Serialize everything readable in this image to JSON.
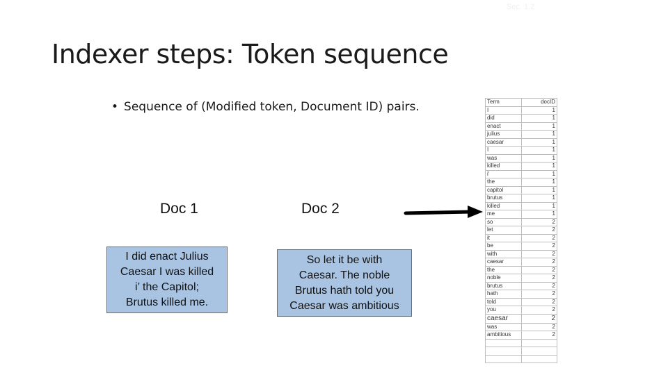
{
  "slide": {
    "number": "Sec. 1.2",
    "title": "Indexer steps: Token sequence",
    "bullet": "Sequence of (Modified token, Document ID) pairs."
  },
  "docs": {
    "doc1": {
      "label": "Doc 1",
      "text": "I did enact Julius\nCaesar I was killed\ni’ the Capitol;\nBrutus killed me."
    },
    "doc2": {
      "label": "Doc 2",
      "text": "So let it be with\nCaesar. The noble\nBrutus hath told you\nCaesar was ambitious"
    }
  },
  "arrow_icon": "right-arrow-icon",
  "table": {
    "headers": [
      "Term",
      "docID"
    ],
    "rows": [
      [
        "I",
        "1"
      ],
      [
        "did",
        "1"
      ],
      [
        "enact",
        "1"
      ],
      [
        "julius",
        "1"
      ],
      [
        "caesar",
        "1"
      ],
      [
        "I",
        "1"
      ],
      [
        "was",
        "1"
      ],
      [
        "killed",
        "1"
      ],
      [
        "i'",
        "1"
      ],
      [
        "the",
        "1"
      ],
      [
        "capitol",
        "1"
      ],
      [
        "brutus",
        "1"
      ],
      [
        "killed",
        "1"
      ],
      [
        "me",
        "1"
      ],
      [
        "so",
        "2"
      ],
      [
        "let",
        "2"
      ],
      [
        "it",
        "2"
      ],
      [
        "be",
        "2"
      ],
      [
        "with",
        "2"
      ],
      [
        "caesar",
        "2"
      ],
      [
        "the",
        "2"
      ],
      [
        "noble",
        "2"
      ],
      [
        "brutus",
        "2"
      ],
      [
        "hath",
        "2"
      ],
      [
        "told",
        "2"
      ],
      [
        "you",
        "2"
      ],
      [
        "caesar",
        "2"
      ],
      [
        "was",
        "2"
      ],
      [
        "ambitious",
        "2"
      ]
    ]
  }
}
